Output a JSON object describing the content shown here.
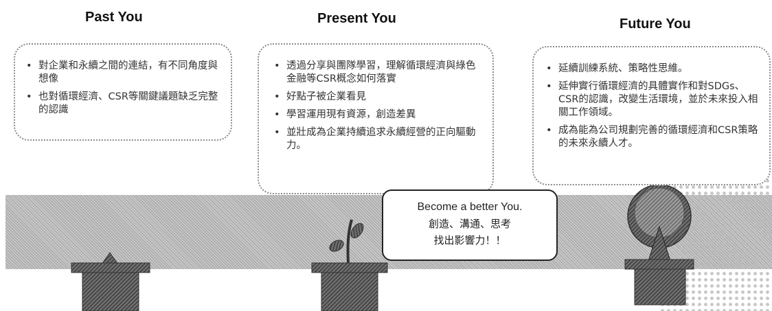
{
  "stages": {
    "past": {
      "title": "Past You",
      "bullets": [
        "對企業和永續之間的連結，有不同角度與想像",
        "也對循環經濟、CSR等關鍵議題缺乏完整的認識"
      ]
    },
    "present": {
      "title": "Present You",
      "bullets": [
        "透過分享與團隊學習，理解循環經濟與綠色金融等CSR概念如何落實",
        "好點子被企業看見",
        "學習運用現有資源，創造差異",
        "並壯成為企業持續追求永續經營的正向驅動力。"
      ]
    },
    "future": {
      "title": "Future You",
      "bullets": [
        "延續訓練系統、策略性思維。",
        "延伸實行循環經濟的具體實作和對SDGs、CSR的認識，改變生活環境，並於未來投入相關工作領域。",
        "成為能為公司規劃完善的循環經濟和CSR策略的未來永續人才。"
      ]
    }
  },
  "callout": {
    "line1": "Become a better You.",
    "line2": "創造、溝通、思考",
    "line3": "找出影響力！！"
  }
}
